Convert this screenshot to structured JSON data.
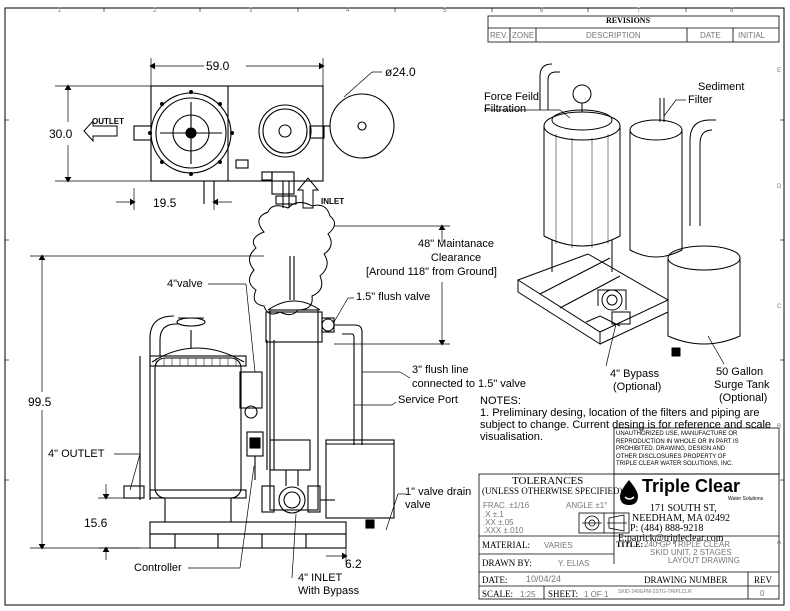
{
  "border": {
    "top_numbers": [
      "1",
      "2",
      "3",
      "4",
      "5",
      "6",
      "7",
      "8"
    ],
    "side_letters": [
      "E",
      "D",
      "C",
      "B",
      "A"
    ]
  },
  "revisions": {
    "title": "REVISIONS",
    "columns": [
      "REV.",
      "ZONE",
      "DESCRIPTION",
      "DATE",
      "INITIAL"
    ]
  },
  "top_view": {
    "dim_width": "59.0",
    "dim_diameter": "ø24.0",
    "dim_height": "30.0",
    "dim_offset": "19.5",
    "outlet": "OUTLET",
    "inlet": "INLET"
  },
  "front_view": {
    "clearance": [
      "48\" Maintanace",
      "Clearance",
      "[Around 118\" from Ground]"
    ],
    "valve_4in": "4\"valve",
    "flush_valve": "1.5\" flush valve",
    "flush_line": [
      "3\" flush line",
      "connected to 1.5\" valve"
    ],
    "height": "99.5",
    "service_port": "Service Port",
    "outlet_4in": "4\" OUTLET",
    "drain_valve": [
      "1\" valve drain",
      "valve"
    ],
    "dim_15_6": "15.6",
    "dim_6_2": "6.2",
    "controller": "Controller",
    "inlet_4in": [
      "4\" INLET",
      "With Bypass"
    ]
  },
  "iso_view": {
    "force_field": [
      "Force Feild",
      "Filtration"
    ],
    "sediment": [
      "Sediment",
      "Filter"
    ],
    "bypass": [
      "4\" Bypass",
      "(Optional)"
    ],
    "surge": [
      "50 Gallon",
      "Surge Tank",
      "(Optional)"
    ]
  },
  "notes": {
    "heading": "NOTES:",
    "lines": [
      "1. Preliminary desing, location of the filters and piping are",
      "subject to change. Current desing is for reference and scale",
      "visualisation."
    ]
  },
  "disclaimer": [
    "UNAUTHORIZED USE, MANUFACTURE OR",
    "REPRODUCTION IN WHOLE OR IN PART IS",
    "PROHIBITED. DRAWING, DESIGN AND",
    "OTHER DISCLOSURES PROPERTY OF",
    "TRIPLE CLEAR WATER SOLUTIONS, INC."
  ],
  "tolerances": {
    "title": "TOLERANCES",
    "subtitle": "(UNLESS OTHERWISE SPECIFIED)",
    "frac": "FRAC. ±1/16",
    "angle": "ANGLE ±1°",
    "x": ".X ±.1",
    "xx": ".XX ±.05",
    "xxx": ".XXX ±.010"
  },
  "company": {
    "name": "Triple Clear",
    "tagline": "Water Solutions",
    "address1": "171 SOUTH ST,",
    "address2": "NEEDHAM, MA 02492",
    "phone": "P: (484) 888-9218",
    "email": "E:patrick@tripleclear.com"
  },
  "title_block": {
    "material_label": "MATERIAL:",
    "material": "VARIES",
    "title_label": "TITLE:",
    "title_lines": [
      "240 GP TRIPLE CLEAR",
      "SKID UNIT, 2 STAGES",
      "LAYOUT DRAWING"
    ],
    "drawn_label": "DRAWN BY:",
    "drawn": "Y. ELIAS",
    "date_label": "DATE:",
    "date": "10/04/24",
    "drawing_number_label": "DRAWING NUMBER",
    "drawing_number": "SKID-240GPM-2STG-TRIPLCLR",
    "rev_label": "REV",
    "rev": "0",
    "scale_label": "SCALE:",
    "scale": "1:25",
    "sheet_label": "SHEET:",
    "sheet": "1 OF 1"
  }
}
